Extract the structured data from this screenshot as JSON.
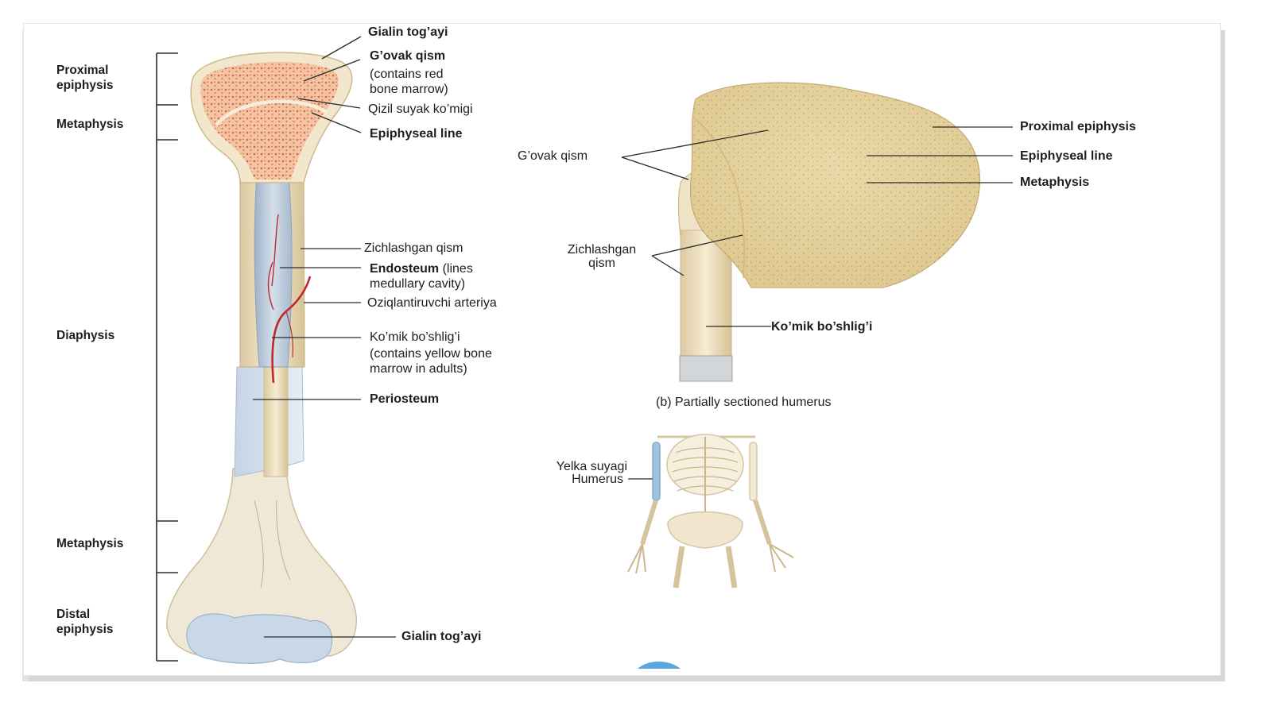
{
  "regions": {
    "proximal_epiphysis": "Proximal\nepiphysis",
    "metaphysis_top": "Metaphysis",
    "diaphysis": "Diaphysis",
    "metaphysis_bottom": "Metaphysis",
    "distal_epiphysis": "Distal\nepiphysis"
  },
  "labels_a": {
    "gialin_top": "Gialin tog’ayi",
    "govak_qism": "G’ovak qism",
    "govak_note_1": "(contains red",
    "govak_note_2": "bone marrow)",
    "qizil_suyak": "Qizil suyak ko’migi",
    "epiphyseal_line": "Epiphyseal line",
    "zichlashgan": "Zichlashgan qism",
    "endosteum": "Endosteum",
    "endosteum_note_1": "(lines",
    "endosteum_note_2": "medullary cavity)",
    "arteriya": "Oziqlantiruvchi arteriya",
    "komik_boshligi": "Ko’mik bo’shlig’i",
    "komik_note_1": "(contains yellow bone",
    "komik_note_2": "marrow in adults)",
    "periosteum": "Periosteum",
    "gialin_bottom": "Gialin tog’ayi"
  },
  "labels_b": {
    "proximal_epiphysis": "Proximal epiphysis",
    "epiphyseal_line": "Epiphyseal line",
    "metaphysis": "Metaphysis",
    "govak_qism": "G’ovak qism",
    "zichlashgan_1": "Zichlashgan",
    "zichlashgan_2": "qism",
    "komik_boshligi": "Ko’mik bo’shlig’i",
    "caption": "(b) Partially sectioned humerus"
  },
  "labels_c": {
    "yelka_1": "Yelka suyagi",
    "yelka_2": "Humerus"
  },
  "colors": {
    "text": "#1e1e1e",
    "leader": "#2a2a2a",
    "bone": "#eee2c2",
    "marrow_red": "#e9a27d",
    "cartilage": "#c9d8e8",
    "periosteum": "#b7c8dc",
    "artery": "#c0282c"
  }
}
